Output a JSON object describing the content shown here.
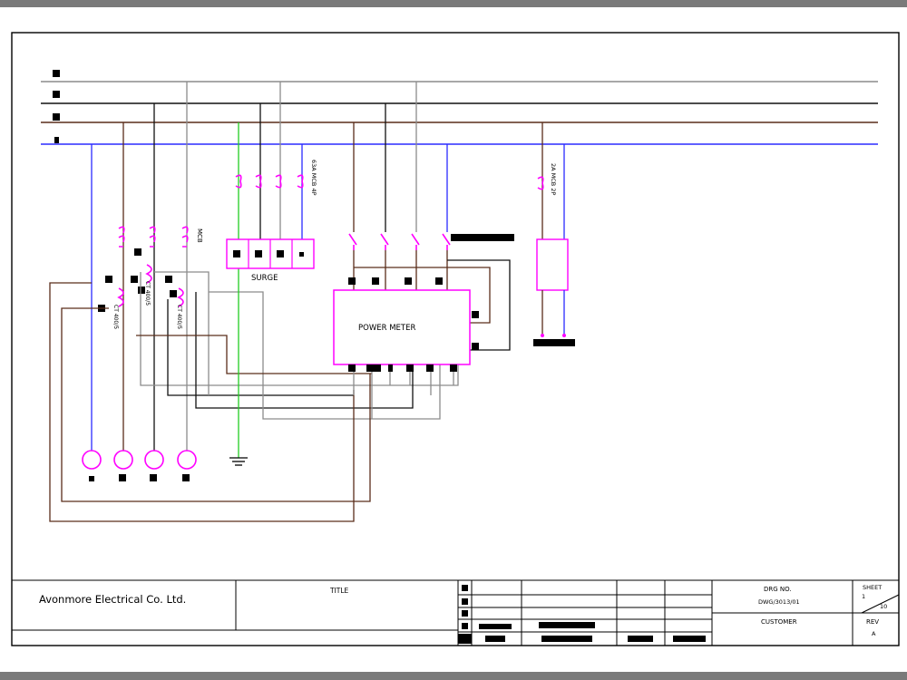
{
  "company": "Avonmore Electrical Co. Ltd.",
  "title_label": "TITLE",
  "drg_no_label": "DRG NO.",
  "drg_no_value": "DWG/3013/01",
  "customer_label": "CUSTOMER",
  "sheet_label": "SHEET",
  "sheet_num": "1",
  "sheet_total": "10",
  "rev_label": "REV",
  "rev_value": "A",
  "surge_label": "SURGE",
  "power_meter_label": "POWER METER",
  "mcb_label": "MCB",
  "mcb_4p_label": "63A MCB 4P",
  "mcb_2p_label": "2A MCB 2P",
  "ct_labels": [
    "CT 400/5",
    "CT 400/5",
    "CT 400/5"
  ],
  "colors": {
    "line_l1": "#5a2d1a",
    "line_l2": "#111111",
    "line_l3": "#8c8c8c",
    "neutral": "#2b2bff",
    "earth": "#22cc22",
    "device": "#ff00ff",
    "chrome": "#7a7a7a"
  }
}
